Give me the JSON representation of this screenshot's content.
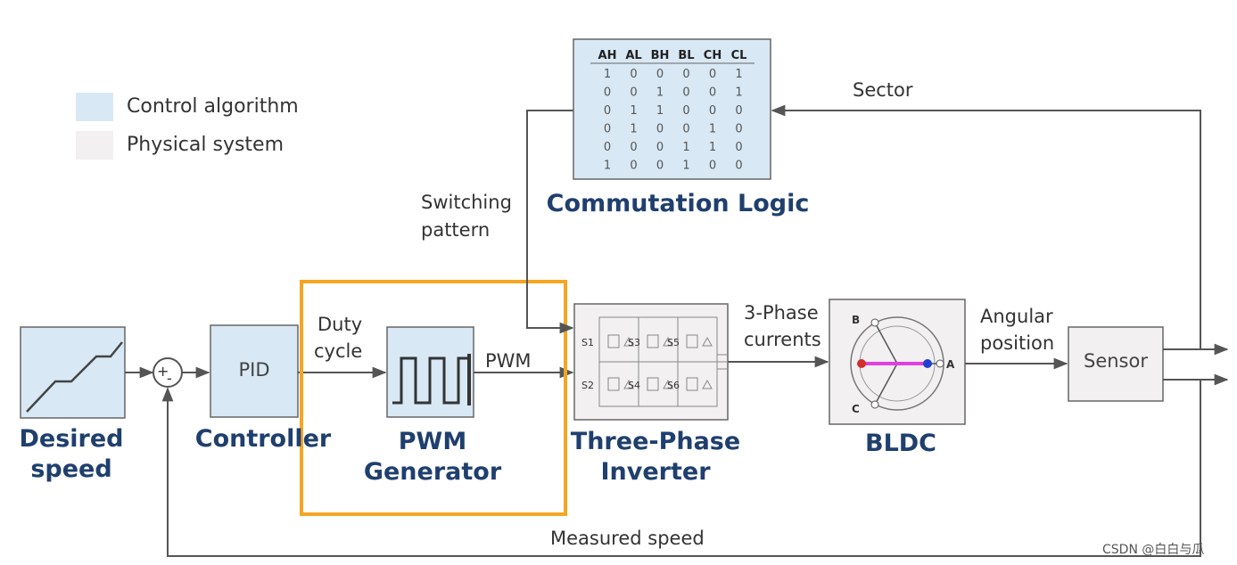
{
  "colors": {
    "control_fill": "#d8e8f4",
    "physical_fill": "#f2f0f0",
    "title_blue": "#1f3f6e",
    "line": "#555555",
    "highlight": "#f5a623",
    "rotor": "#e040e0",
    "rotor_left": "#d0302a",
    "rotor_right": "#2040d0"
  },
  "legend": {
    "control_label": "Control algorithm",
    "physical_label": "Physical system"
  },
  "commutation_table": {
    "headers": [
      "AH",
      "AL",
      "BH",
      "BL",
      "CH",
      "CL"
    ],
    "rows": [
      [
        "1",
        "0",
        "0",
        "0",
        "0",
        "1"
      ],
      [
        "0",
        "0",
        "1",
        "0",
        "0",
        "1"
      ],
      [
        "0",
        "1",
        "1",
        "0",
        "0",
        "0"
      ],
      [
        "0",
        "1",
        "0",
        "0",
        "1",
        "0"
      ],
      [
        "0",
        "0",
        "0",
        "1",
        "1",
        "0"
      ],
      [
        "1",
        "0",
        "0",
        "1",
        "0",
        "0"
      ]
    ]
  },
  "blocks": {
    "desired_speed": {
      "title_line1": "Desired",
      "title_line2": "speed"
    },
    "controller": {
      "box_text": "PID",
      "title": "Controller"
    },
    "pwm_generator": {
      "title_line1": "PWM",
      "title_line2": "Generator"
    },
    "inverter": {
      "title_line1": "Three-Phase",
      "title_line2": "Inverter",
      "switches": [
        "S1",
        "S3",
        "S5",
        "S2",
        "S4",
        "S6"
      ]
    },
    "bldc": {
      "title": "BLDC",
      "phase_labels": [
        "B",
        "A",
        "C"
      ]
    },
    "sensor": {
      "box_text": "Sensor"
    },
    "commutation": {
      "title": "Commutation Logic"
    },
    "summing_junction": {
      "plus": "+",
      "minus": "-"
    }
  },
  "signals": {
    "duty_cycle_line1": "Duty",
    "duty_cycle_line2": "cycle",
    "pwm": "PWM",
    "currents_line1": "3-Phase",
    "currents_line2": "currents",
    "angular_line1": "Angular",
    "angular_line2": "position",
    "sector": "Sector",
    "switching_line1": "Switching",
    "switching_line2": "pattern",
    "measured_speed": "Measured speed"
  },
  "watermark": "CSDN @白白与瓜"
}
